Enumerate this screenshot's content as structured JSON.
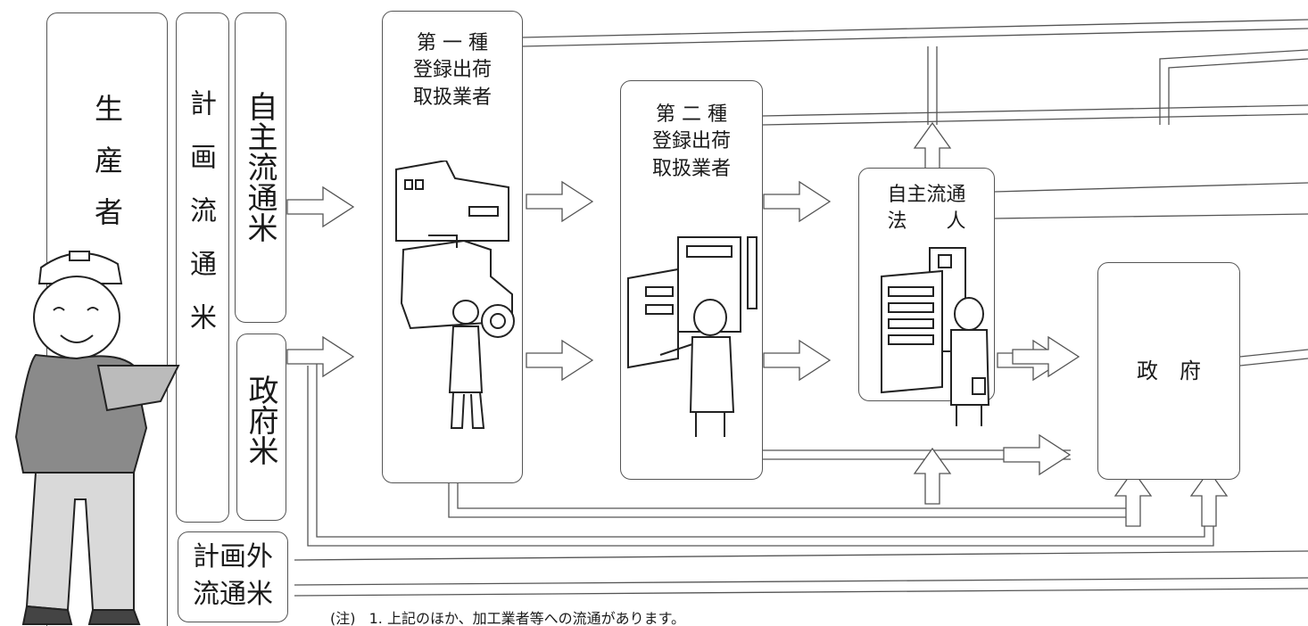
{
  "nodes": {
    "producer": "生産者",
    "planned_rice": "計画流通米",
    "voluntary_rice": "自主流通米",
    "government_rice": "政府米",
    "unplanned_rice_line1": "計画外",
    "unplanned_rice_line2": "流通米",
    "dealer1": [
      "第 一 種",
      "登録出荷",
      "取扱業者"
    ],
    "dealer2": [
      "第 二 種",
      "登録出荷",
      "取扱業者"
    ],
    "corp_line1": "自主流通",
    "corp_line2": "法　　人",
    "government": "政　府"
  },
  "note": {
    "prefix": "(注)",
    "text": "1. 上記のほか、加工業者等への流通があります。"
  },
  "icons": [
    "farmer-illustration",
    "forklift-warehouse-illustration",
    "office-building-illustration",
    "corporate-building-illustration"
  ],
  "colors": {
    "line": "#555555",
    "text": "#1a1a1a"
  }
}
